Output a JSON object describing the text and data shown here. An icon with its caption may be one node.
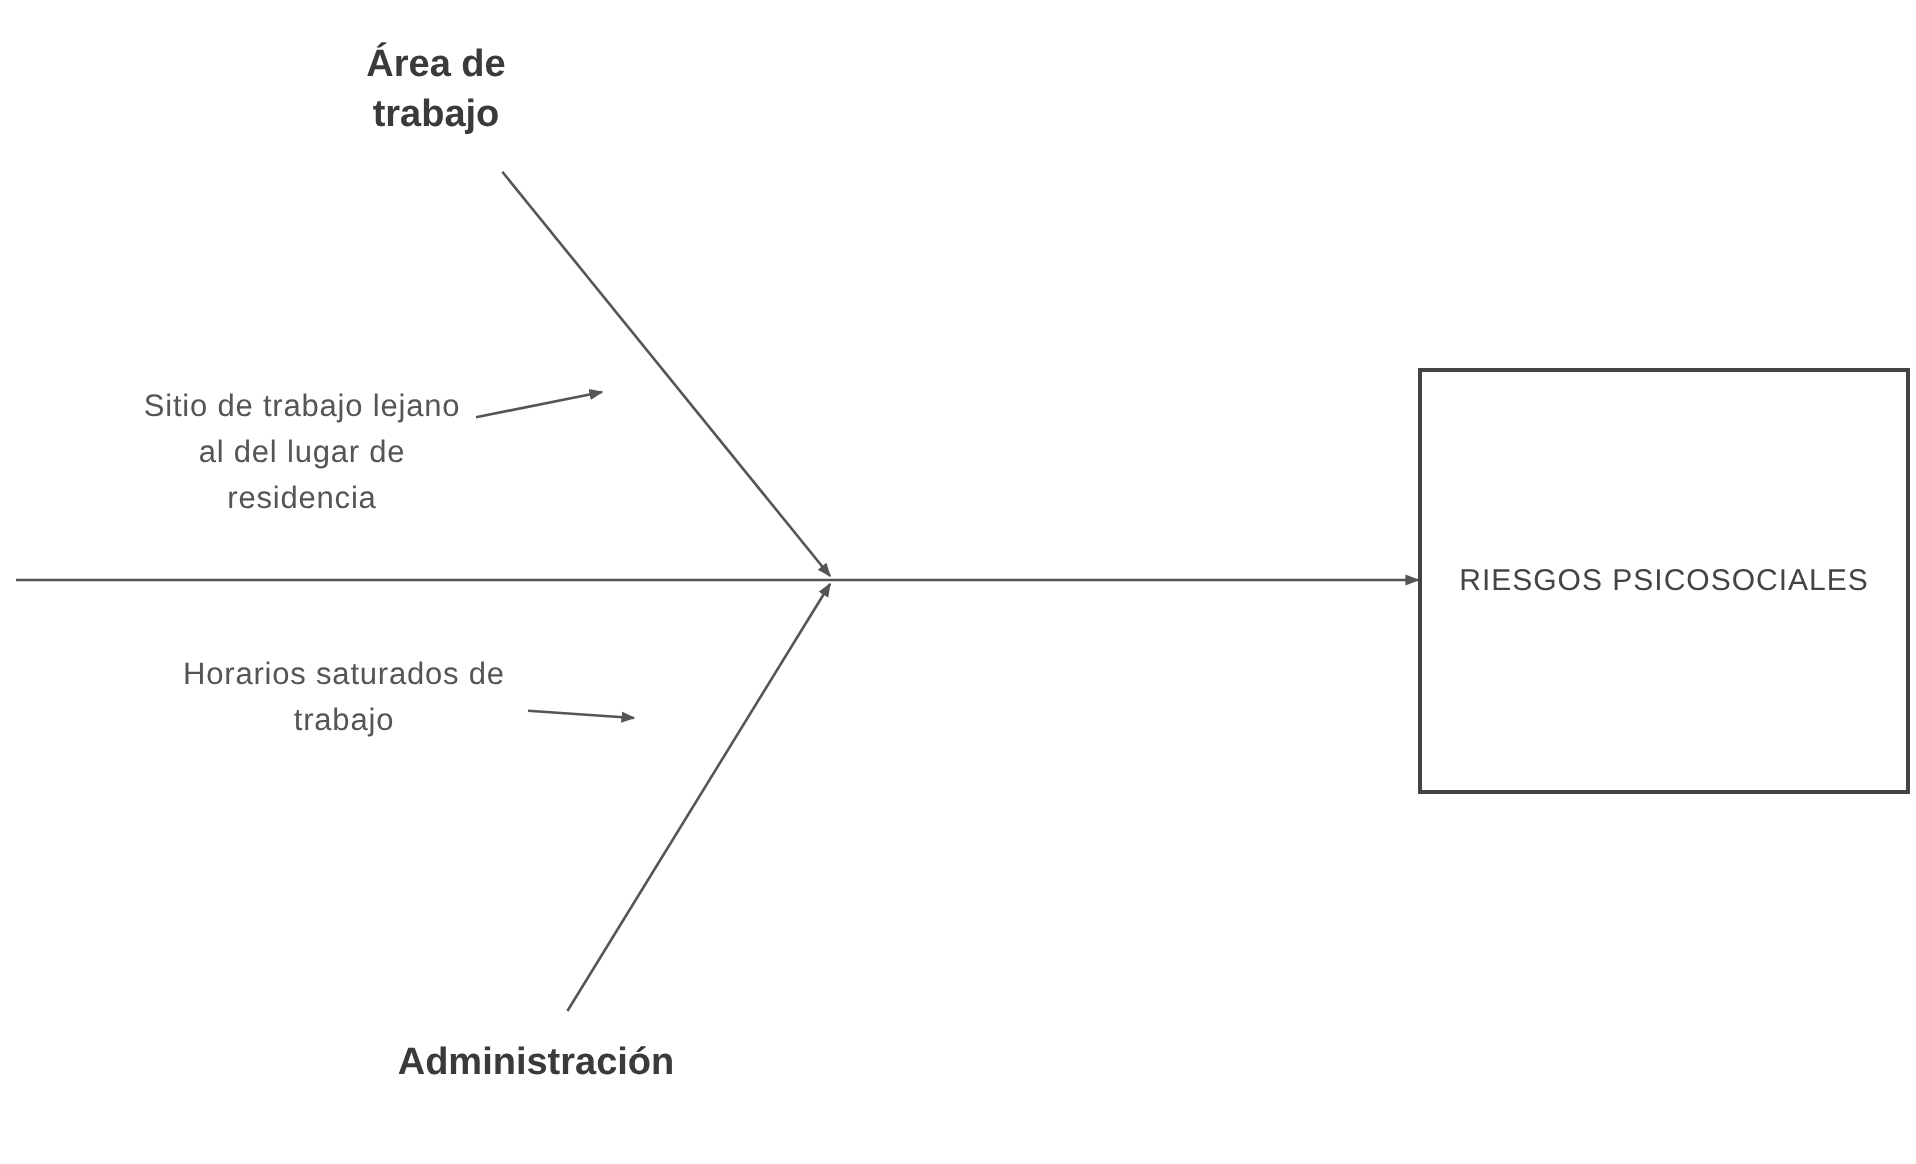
{
  "diagram": {
    "nodes": [
      {
        "text": [
          "Área de trabajo"
        ]
      },
      {
        "text": [
          "Sitio de trabajo lejano al del lugar de residencia"
        ]
      },
      {
        "text": [
          "Horarios saturados de trabajo"
        ]
      },
      {
        "text": [
          "Administración"
        ]
      },
      {
        "text": [
          "RIESGOS PSICOSOCIALES"
        ]
      }
    ],
    "edges": [
      {
        "from": null,
        "to": 4,
        "arrow": "to"
      },
      {
        "from": 0,
        "to": null,
        "arrow": "to"
      },
      {
        "from": 3,
        "to": null,
        "arrow": "to"
      },
      {
        "from": 1,
        "to": null,
        "arrow": "to"
      },
      {
        "from": 2,
        "to": null,
        "arrow": "to"
      }
    ]
  }
}
